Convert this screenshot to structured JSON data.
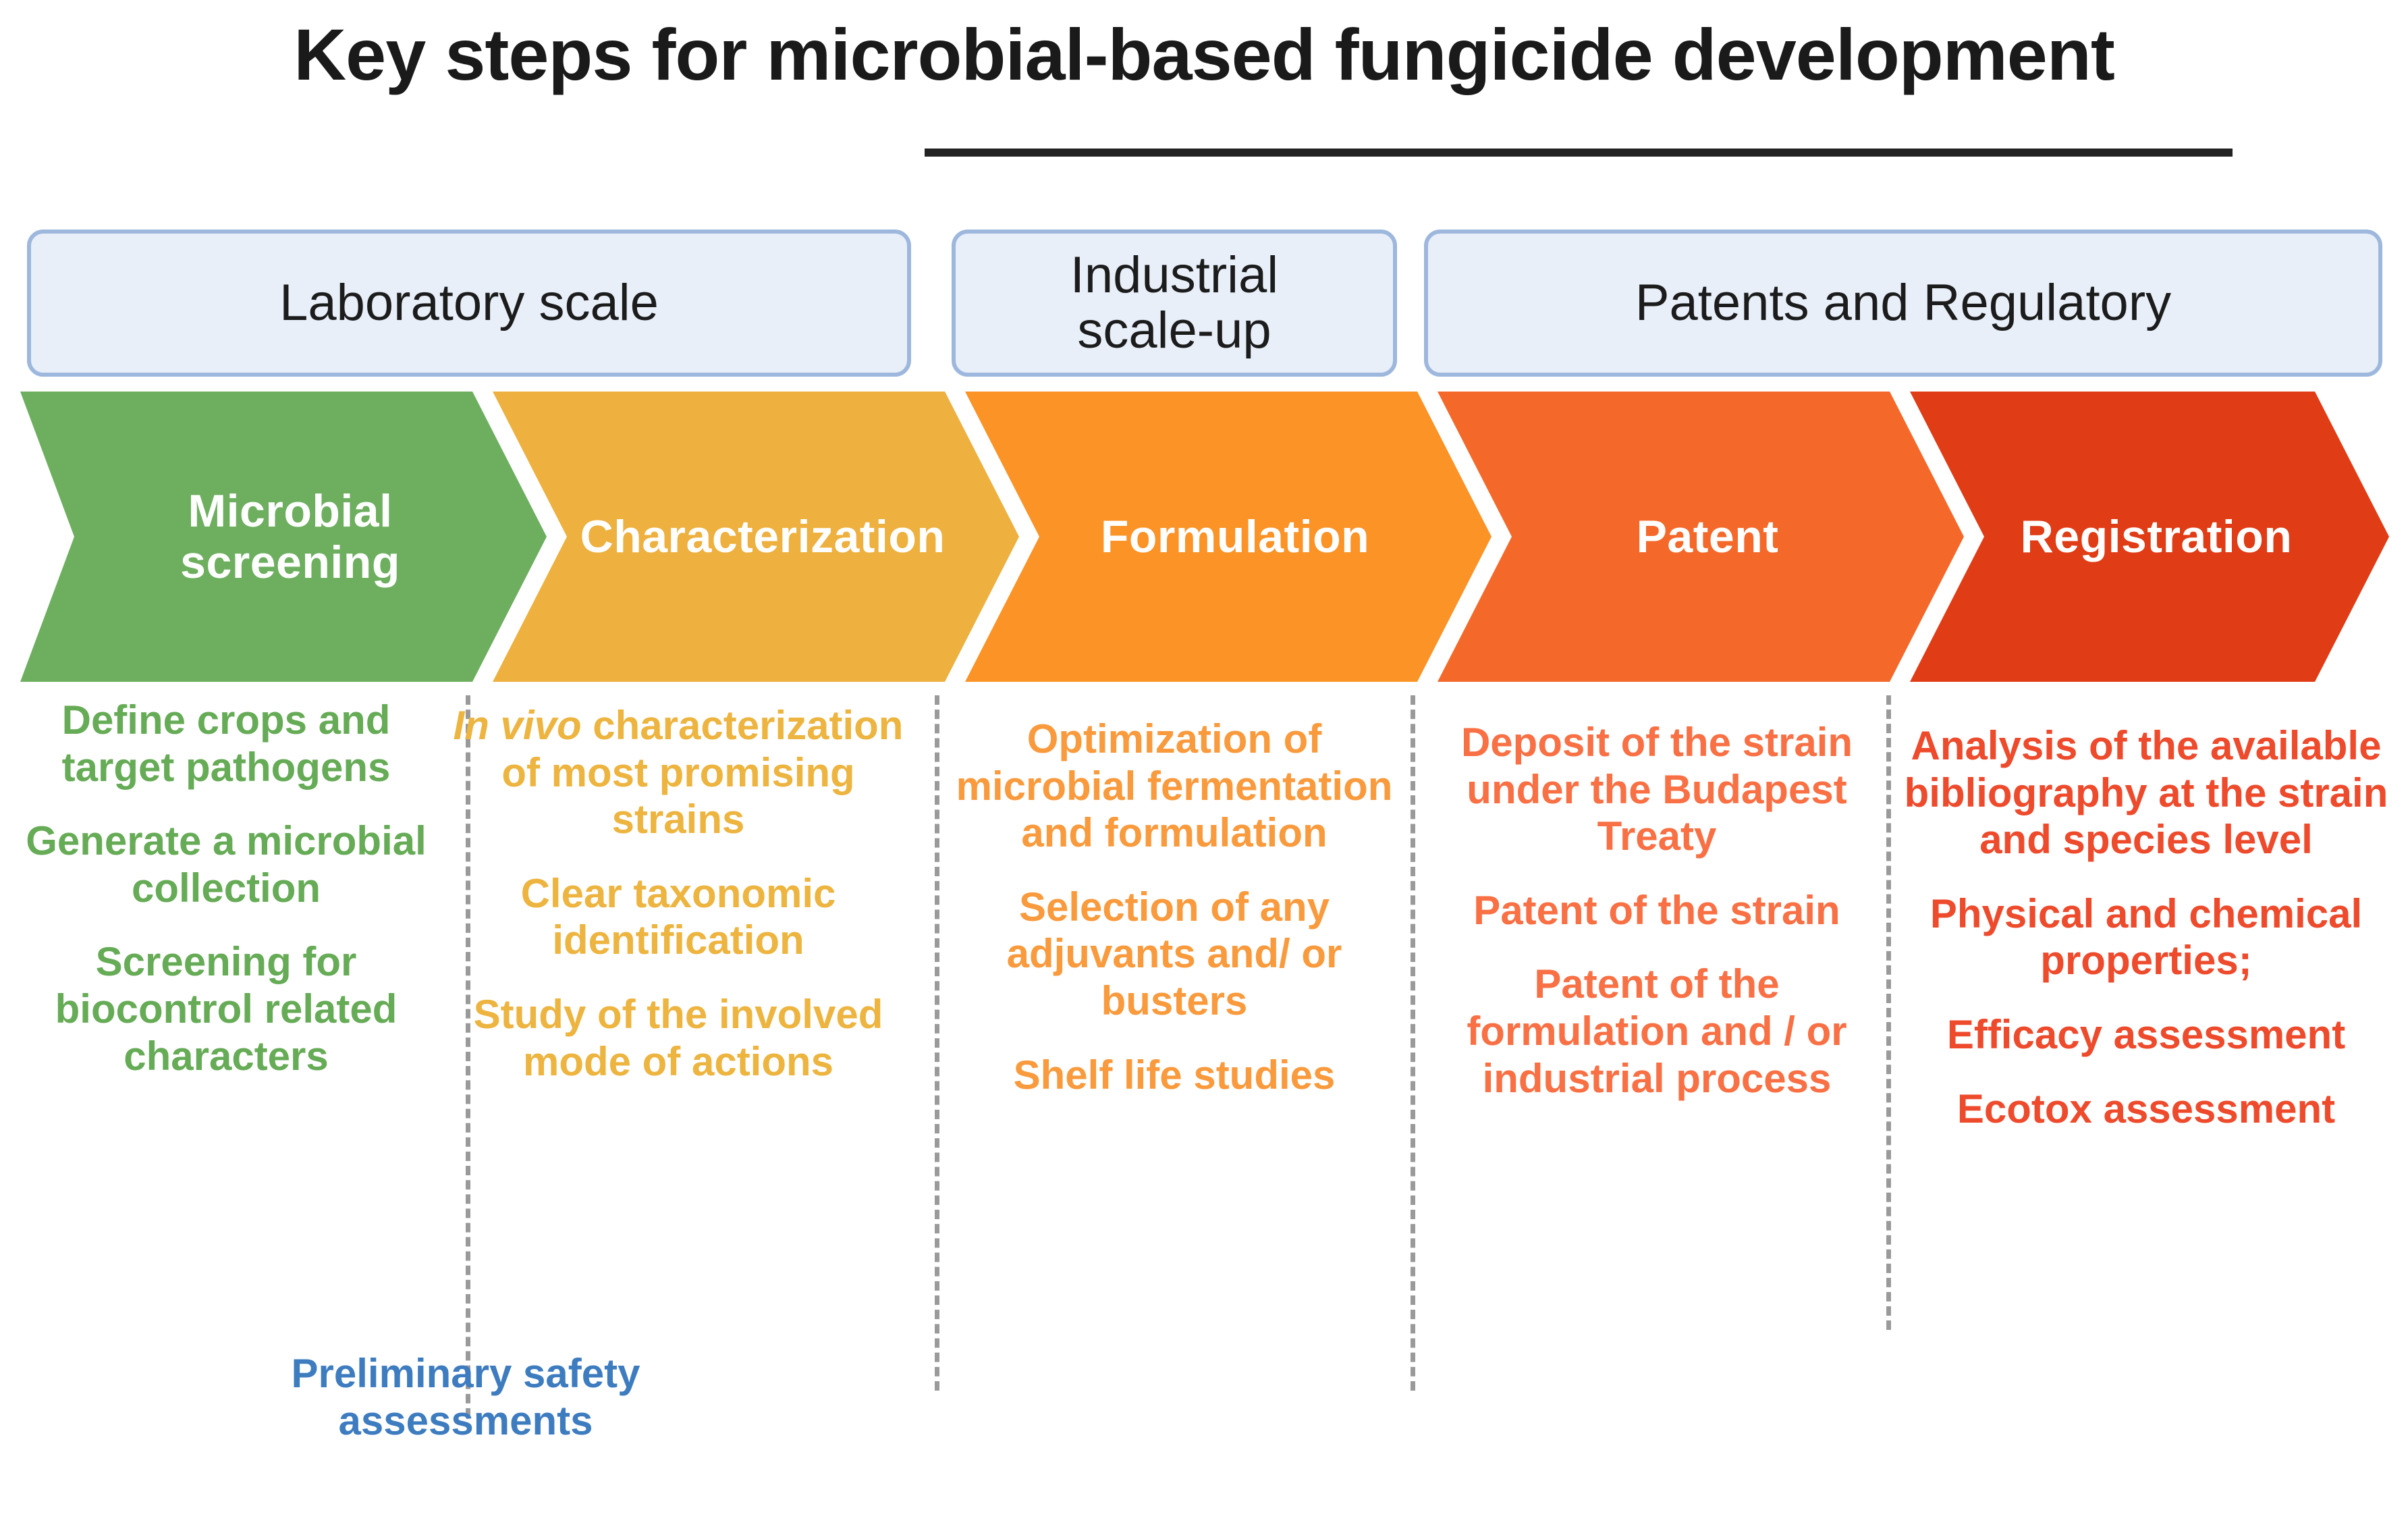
{
  "title": "Key steps for microbial-based fungicide development",
  "colors": {
    "header_box_fill": "#e8eff9",
    "header_box_border": "#9db7dd",
    "green": "#6daf5f",
    "amber": "#eeb03e",
    "orange": "#fb9326",
    "deep_orange": "#f4692a",
    "red": "#e03c15",
    "text_green": "#66ab56",
    "text_amber": "#edb43f",
    "text_orange": "#f99a3d",
    "text_deep_orange": "#f87044",
    "text_red": "#ee4a2c",
    "text_blue": "#3e7cc0",
    "divider": "#9a9a9a",
    "title": "#1a1a1a"
  },
  "phases": [
    {
      "label": "Laboratory scale"
    },
    {
      "label": "Industrial\nscale-up"
    },
    {
      "label": "Patents and Regulatory"
    }
  ],
  "stages": [
    {
      "label": "Microbial\nscreening",
      "color": "#6daf5f"
    },
    {
      "label": "Characterization",
      "color": "#eeb03e"
    },
    {
      "label": "Formulation",
      "color": "#fb9326"
    },
    {
      "label": "Patent",
      "color": "#f4692a"
    },
    {
      "label": "Registration",
      "color": "#e03c15"
    }
  ],
  "columns": [
    {
      "color": "#66ab56",
      "items": [
        "Define crops and target pathogens",
        "Generate a microbial collection",
        "Screening for biocontrol related characters"
      ]
    },
    {
      "color": "#edb43f",
      "items": [
        "In vivo characterization of most promising strains",
        "Clear taxonomic identification",
        "Study of the involved mode of actions"
      ],
      "italic_prefix": "In vivo"
    },
    {
      "color": "#f99a3d",
      "items": [
        "Optimization of microbial fermentation and formulation",
        "Selection of any adjuvants and/ or busters",
        "Shelf life studies"
      ]
    },
    {
      "color": "#f87044",
      "items": [
        "Deposit of the strain under the Budapest Treaty",
        "Patent of the strain",
        "Patent of the formulation and / or industrial process"
      ]
    },
    {
      "color": "#ee4a2c",
      "items": [
        "Analysis of the available bibliography at the strain and species level",
        "Physical and chemical properties;",
        "Efficacy assessment",
        "Ecotox assessment"
      ]
    }
  ],
  "safety_note": "Preliminary safety assessments"
}
